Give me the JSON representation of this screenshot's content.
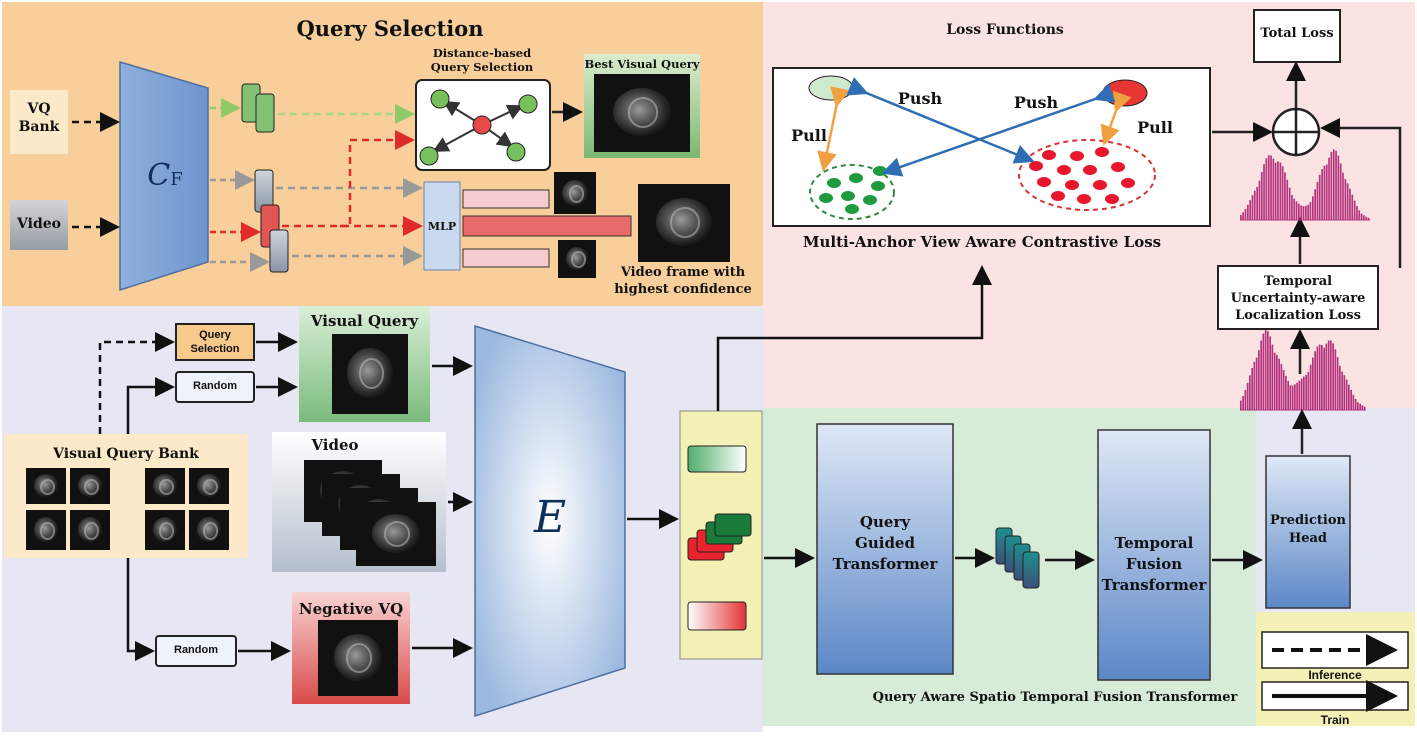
{
  "query_selection": {
    "title": "Query Selection",
    "vq_bank": "VQ\nBank",
    "video": "Video",
    "encoder": "C",
    "encoder_sub": "F",
    "distance_title": "Distance-based\nQuery Selection",
    "best_visual_query": "Best Visual Query",
    "mlp": "MLP",
    "frame_caption": "Video frame with\nhighest confidence"
  },
  "loss_functions": {
    "title": "Loss Functions",
    "push_left": "Push",
    "push_right": "Push",
    "pull_left": "Pull",
    "pull_right": "Pull",
    "contrastive_label": "Multi-Anchor View Aware Contrastive Loss",
    "total_loss": "Total Loss",
    "temporal_loss": "Temporal\nUncertainty-aware\nLocalization Loss"
  },
  "main": {
    "query_selection_btn": "Query\nSelection",
    "random_top": "Random",
    "random_bottom": "Random",
    "visual_query": "Visual Query",
    "video": "Video",
    "negative_vq": "Negative VQ",
    "visual_query_bank": "Visual Query Bank",
    "encoder": "E",
    "query_guided": "Query\nGuided\nTransformer",
    "temporal_fusion": "Temporal\nFusion\nTransformer",
    "prediction_head": "Prediction\nHead",
    "fusion_caption": "Query Aware Spatio Temporal Fusion Transformer"
  },
  "legend": {
    "inference": "Inference",
    "train": "Train"
  },
  "colors": {
    "query_selection_bg": "#f8ce9b",
    "loss_bg": "#fbe3e3",
    "main_bg": "#e6e7f3",
    "fusion_bg": "#d6ebd8",
    "legend_bg": "#f4f1b6",
    "green": "#77b96b",
    "red": "#e35a5a",
    "blue_gradient_top": "#e8f0fa",
    "blue_gradient_bottom": "#5d8ac9",
    "histogram": "#b5327d"
  }
}
